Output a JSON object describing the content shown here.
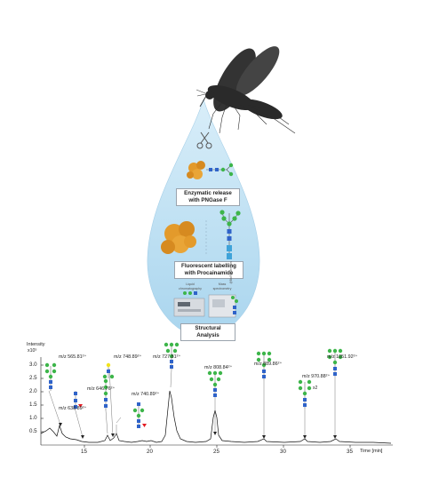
{
  "workflow": {
    "step1": [
      "Enzymatic release",
      "with PNGase F"
    ],
    "step2": [
      "Fluorescent labelling",
      "with Procainamide"
    ],
    "lc_label": [
      "Liquid",
      "chromatography"
    ],
    "ms_label": [
      "Mass",
      "spectrometry"
    ],
    "step3": "Structural Analysis",
    "watermark": "@BioRender.com"
  },
  "chromatogram": {
    "ylabel": "Intensity",
    "yscale": "x10⁵",
    "yticks": [
      "3.0",
      "2.5",
      "2.0",
      "1.5",
      "1.0",
      "0.5"
    ],
    "xticks": [
      "15",
      "20",
      "25",
      "30",
      "35"
    ],
    "xlabel": "Time [min]",
    "peaks": [
      {
        "text": "m/z 565.81²⁺"
      },
      {
        "text": "m/z 638.89²⁺"
      },
      {
        "text": "m/z 646.76²⁺"
      },
      {
        "text": "m/z 748.89²⁺"
      },
      {
        "text": "m/z 740.89²⁺"
      },
      {
        "text": "m/z 727.81²⁺"
      },
      {
        "text": "m/z 808.84²⁺"
      },
      {
        "text": "m/z 889.86²⁺"
      },
      {
        "text": "m/z 970.88²⁺"
      },
      {
        "text": "m/z 1051.92²⁺"
      }
    ],
    "x2": "x2"
  },
  "colors": {
    "drop": "#bfe0f3",
    "mannose": "#3db54a",
    "glcnac": "#2f63c9",
    "fucose": "#e31b23",
    "galactose": "#f2e31a",
    "protein": "#e39a2b"
  }
}
